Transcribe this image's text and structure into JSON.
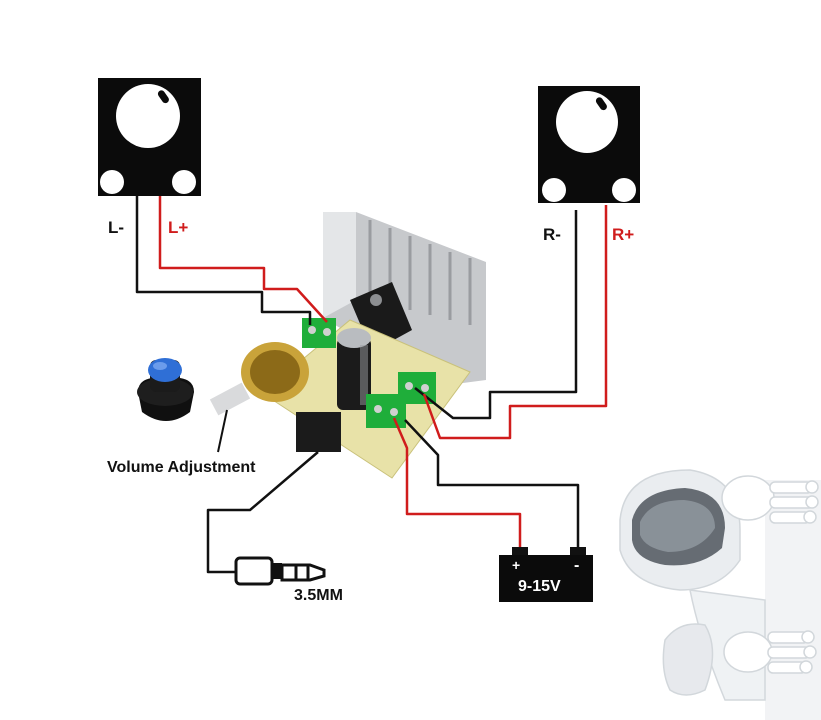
{
  "speakers": {
    "left": {
      "neg_label": "L-",
      "pos_label": "L+"
    },
    "right": {
      "neg_label": "R-",
      "pos_label": "R+"
    }
  },
  "volume": {
    "label": "Volume Adjustment"
  },
  "jack": {
    "label": "3.5MM"
  },
  "battery": {
    "label": "9-15V",
    "plus": "+",
    "minus": "-"
  },
  "colors": {
    "wire_red": "#d01c1c",
    "wire_black": "#111111",
    "knob_blue": "#2f6fd6",
    "terminal_green": "#1fae3a",
    "pcb": "#e8e2a8"
  }
}
